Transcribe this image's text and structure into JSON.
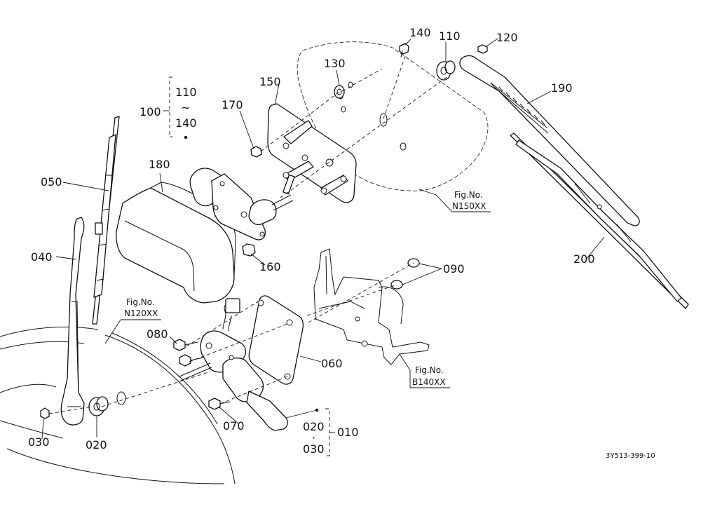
{
  "part_labels": {
    "p010": "010",
    "p020_main": "020",
    "p020_sub": "020",
    "p030_main": "030",
    "p030_sub": "030",
    "p040": "040",
    "p050": "050",
    "p060": "060",
    "p070": "070",
    "p080": "080",
    "p090": "090",
    "p100": "100",
    "p110_main": "110",
    "p110_sub": "110",
    "p120": "120",
    "p130": "130",
    "p140_main": "140",
    "p140_sub": "140",
    "p150": "150",
    "p160": "160",
    "p170": "170",
    "p180": "180",
    "p190": "190",
    "p200": "200"
  },
  "range_marks": {
    "tilde": "~",
    "dot": "·"
  },
  "figure_refs": {
    "n150": {
      "line1": "Fig.No.",
      "line2": "N150XX"
    },
    "n120": {
      "line1": "Fig.No.",
      "line2": "N120XX"
    },
    "b140": {
      "line1": "Fig.No.",
      "line2": "B140XX"
    }
  },
  "drawing_code": "3Y513-399-10"
}
